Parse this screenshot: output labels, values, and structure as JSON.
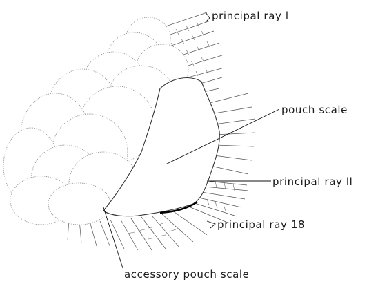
{
  "labels": {
    "principal_ray_1": "principal ray l",
    "pouch_scale": "pouch scale",
    "principal_ray_11": "principal ray ll",
    "principal_ray_18": "principal ray 18",
    "accessory_pouch_scale": "accessory pouch scale"
  }
}
